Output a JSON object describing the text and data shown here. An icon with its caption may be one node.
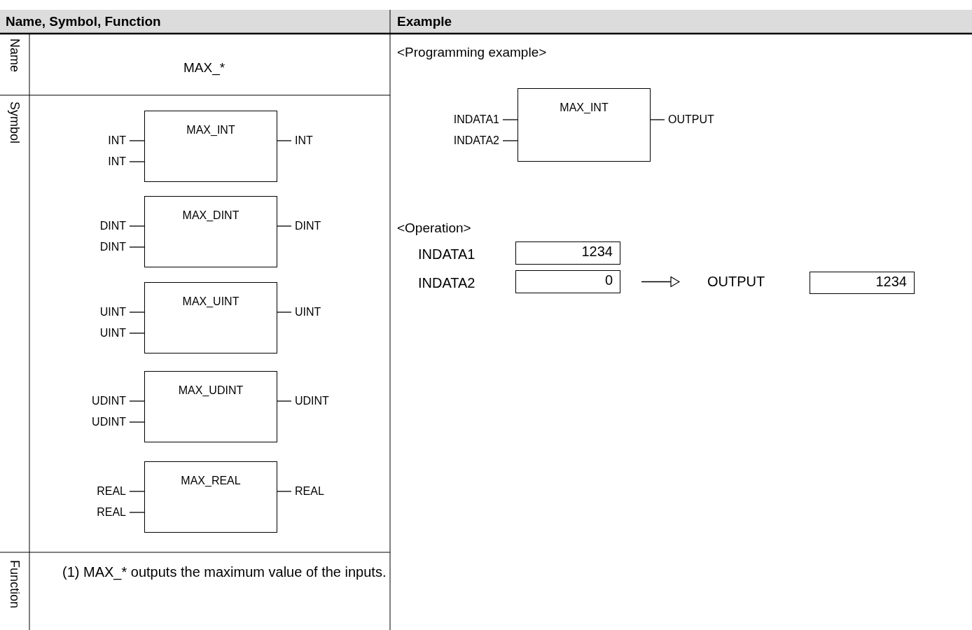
{
  "diagram": {
    "nodes": [
      {
        "text": [
          "INT"
        ]
      },
      {
        "text": [
          "INT"
        ]
      },
      {
        "text": [
          "MAX_INT"
        ]
      },
      {
        "text": [
          "INT"
        ]
      },
      {
        "text": [
          "DINT"
        ]
      },
      {
        "text": [
          "DINT"
        ]
      },
      {
        "text": [
          "MAX_DINT"
        ]
      },
      {
        "text": [
          "DINT"
        ]
      },
      {
        "text": [
          "UINT"
        ]
      },
      {
        "text": [
          "UINT"
        ]
      },
      {
        "text": [
          "MAX_UINT"
        ]
      },
      {
        "text": [
          "UINT"
        ]
      },
      {
        "text": [
          "UDINT"
        ]
      },
      {
        "text": [
          "UDINT"
        ]
      },
      {
        "text": [
          "MAX_UDINT"
        ]
      },
      {
        "text": [
          "UDINT"
        ]
      },
      {
        "text": [
          "REAL"
        ]
      },
      {
        "text": [
          "REAL"
        ]
      },
      {
        "text": [
          "MAX_REAL"
        ]
      },
      {
        "text": [
          "REAL"
        ]
      },
      {
        "text": [
          "INDATA1"
        ]
      },
      {
        "text": [
          "INDATA2"
        ]
      },
      {
        "text": [
          "MAX_INT"
        ]
      },
      {
        "text": [
          "OUTPUT"
        ]
      },
      {
        "text": [
          "1234"
        ]
      },
      {
        "text": [
          "0"
        ]
      },
      {
        "text": [
          "OUTPUT"
        ]
      },
      {
        "text": [
          "1234"
        ]
      }
    ],
    "edges": [
      {
        "from": 0,
        "to": 2,
        "arrow": "none"
      },
      {
        "from": 1,
        "to": 2,
        "arrow": "none"
      },
      {
        "from": 2,
        "to": 3,
        "arrow": "none"
      },
      {
        "from": 4,
        "to": 6,
        "arrow": "none"
      },
      {
        "from": 5,
        "to": 6,
        "arrow": "none"
      },
      {
        "from": 6,
        "to": 7,
        "arrow": "none"
      },
      {
        "from": 8,
        "to": 10,
        "arrow": "none"
      },
      {
        "from": 9,
        "to": 10,
        "arrow": "none"
      },
      {
        "from": 10,
        "to": 11,
        "arrow": "none"
      },
      {
        "from": 12,
        "to": 14,
        "arrow": "none"
      },
      {
        "from": 13,
        "to": 14,
        "arrow": "none"
      },
      {
        "from": 14,
        "to": 15,
        "arrow": "none"
      },
      {
        "from": 16,
        "to": 18,
        "arrow": "none"
      },
      {
        "from": 17,
        "to": 18,
        "arrow": "none"
      },
      {
        "from": 18,
        "to": 19,
        "arrow": "none"
      },
      {
        "from": 20,
        "to": 22,
        "arrow": "none"
      },
      {
        "from": 21,
        "to": 22,
        "arrow": "none"
      },
      {
        "from": 22,
        "to": 23,
        "arrow": "none"
      },
      {
        "from": 25,
        "to": 26,
        "arrow": "to"
      }
    ],
    "labels": [
      "Name, Symbol, Function",
      "Example",
      "Name",
      "MAX_*",
      "<Programming example>",
      "Symbol",
      "<Operation>",
      "INDATA1",
      "INDATA2",
      "Function",
      "(1) MAX_* outputs the maximum value of the inputs."
    ]
  }
}
